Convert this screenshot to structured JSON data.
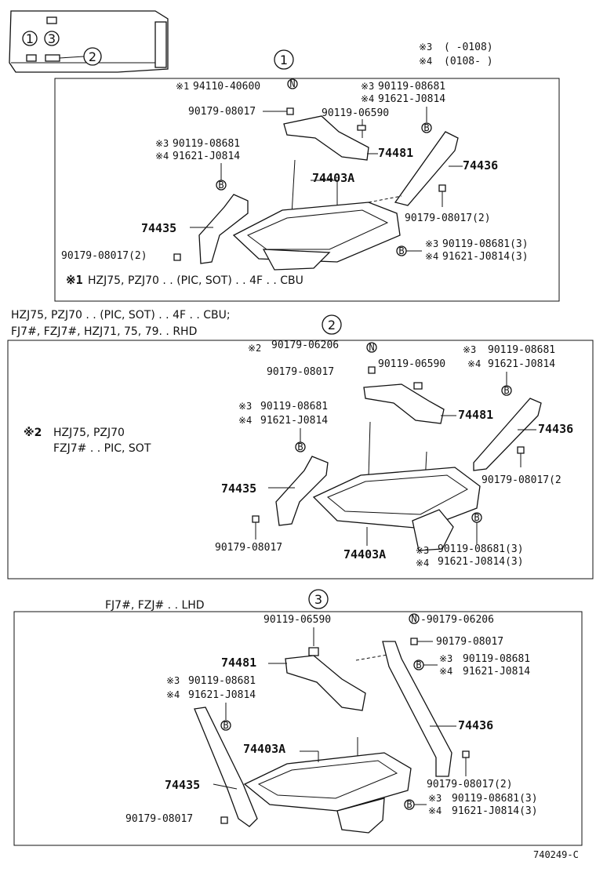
{
  "mark3": "※3",
  "mark4": "※4",
  "legend_range3": "(      -0108)",
  "legend_range4": "(0108-      )",
  "circled_b": "B",
  "circled_n": "N",
  "sec1": {
    "num": "1",
    "note_mark": "※1",
    "p_94110": "94110-40600",
    "p_90179_08017a": "90179-08017",
    "p_90119_06590": "90119-06590",
    "p_90119_08681a": "90119-08681",
    "p_91621_J0814a": "91621-J0814",
    "p_90119_08681b": "90119-08681",
    "p_91621_J0814b": "91621-J0814",
    "p_74481": "74481",
    "p_74436": "74436",
    "p_74403A": "74403A",
    "p_74435": "74435",
    "p_90179_08017_2a": "90179-08017(2)",
    "p_90179_08017_2b": "90179-08017(2)",
    "p_90119_08681_3": "90119-08681(3)",
    "p_91621_J0814_3": "91621-J0814(3)",
    "footnote": "HZJ75, PZJ70 . . (PIC, SOT) . . 4F . . CBU"
  },
  "between_note1": "HZJ75, PZJ70 . . (PIC, SOT) . . 4F . . CBU;",
  "between_note2": "FJ7#, FZJ7#, HZJ71, 75, 79. . RHD",
  "sec2": {
    "num": "2",
    "note_mark": "※2",
    "p_90179_06206": "90179-06206",
    "p_90179_08017a": "90179-08017",
    "p_90119_06590": "90119-06590",
    "p_90119_08681a": "90119-08681",
    "p_91621_J0814a": "91621-J0814",
    "p_90119_08681b": "90119-08681",
    "p_91621_J0814b": "91621-J0814",
    "p_74481": "74481",
    "p_74436": "74436",
    "p_74435": "74435",
    "p_74403A": "74403A",
    "p_90179_08017_2": "90179-08017(2",
    "p_90179_08017b": "90179-08017",
    "p_90119_08681_3": "90119-08681(3)",
    "p_91621_J0814_3": "91621-J0814(3)",
    "side_mark": "※2",
    "side_line1": "HZJ75, PZJ70",
    "side_line2": "FZJ7# . . PIC, SOT"
  },
  "sec3": {
    "num": "3",
    "header": "FJ7#, FZJ# . . LHD",
    "p_90119_06590": "90119-06590",
    "p_90179_06206": "-90179-06206",
    "p_90179_08017a": "90179-08017",
    "p_90119_08681a": "90119-08681",
    "p_91621_J0814a": "91621-J0814",
    "p_74481": "74481",
    "p_90119_08681b": "90119-08681",
    "p_91621_J0814b": "91621-J0814",
    "p_74436": "74436",
    "p_74403A": "74403A",
    "p_74435": "74435",
    "p_90179_08017_2": "90179-08017(2)",
    "p_90119_08681_3": "90119-08681(3)",
    "p_91621_J0814_3": "91621-J0814(3)",
    "p_90179_08017b": "90179-08017"
  },
  "inset": {
    "n1": "1",
    "n2": "2",
    "n3": "3"
  },
  "figure_code": "740249-C"
}
